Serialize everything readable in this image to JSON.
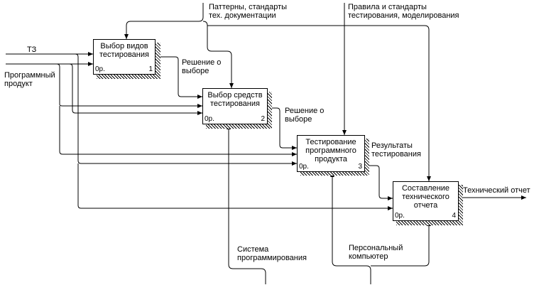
{
  "boxes": [
    {
      "title": "Выбор видов\nтестирования",
      "cost": "0р.",
      "number": "1"
    },
    {
      "title": "Выбор средств\nтестирования",
      "cost": "0р.",
      "number": "2"
    },
    {
      "title": "Тестирование\nпрограммного\nпродукта",
      "cost": "0р.",
      "number": "3"
    },
    {
      "title": "Составление\nтехнического\nотчета",
      "cost": "0р.",
      "number": "4"
    }
  ],
  "arrows": {
    "tz": "ТЗ",
    "program_product": "Программный\nпродукт",
    "patterns": "Паттерны, стандарты\nтех. документации",
    "rules": "Правила и стандарты\nтестирования, моделирования",
    "decision1": "Решение о\nвыборе",
    "decision2": "Решение о\nвыборе",
    "results": "Результаты\nтестирования",
    "report": "Технический отчет",
    "prog_system": "Система\nпрограммирования",
    "pc": "Персональный\nкомпьютер"
  }
}
